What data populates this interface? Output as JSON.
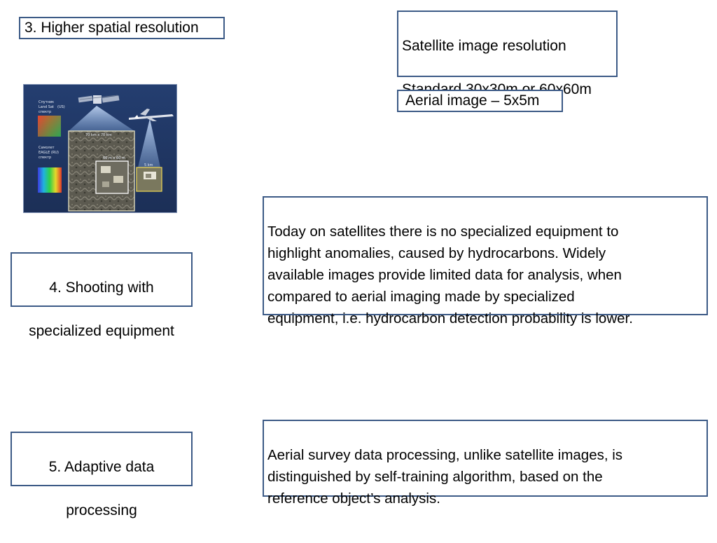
{
  "slide": {
    "spatial_resolution": {
      "text": "3. Higher spatial resolution"
    },
    "satellite_resolution": {
      "line1": "Satellite image resolution",
      "line2": "Standard 30x30m or 60x60m"
    },
    "aerial_resolution": {
      "text": "Aerial image  – 5x5m"
    },
    "shooting": {
      "line1": "4. Shooting with",
      "line2": "specialized equipment"
    },
    "today_text": {
      "text": "Today on satellites there is no specialized equipment to\nhighlight anomalies, caused by hydrocarbons. Widely\navailable images provide limited data for analysis, when\ncompared to aerial imaging made by specialized\nequipment, i.e. hydrocarbon detection probability is lower."
    },
    "adaptive": {
      "line1": "5. Adaptive data",
      "line2": "processing"
    },
    "survey_text": {
      "text": "Aerial survey data processing, unlike satellite images,  is\ndistinguished by self-training algorithm, based on the\nreference object’s  analysis."
    },
    "illustration": {
      "label_sat_1": "Спутник",
      "label_sat_2": "Land Sat",
      "label_sat_us": "(US)",
      "label_sat_3": "спектр",
      "label_plane_1": "Самолет",
      "label_plane_2": "EAGLE (RU)",
      "label_plane_3": "спектр",
      "label_area_large": "70 km x 70 km",
      "label_area_mid": "60 m x 60 m",
      "label_area_small": "5 km"
    }
  }
}
